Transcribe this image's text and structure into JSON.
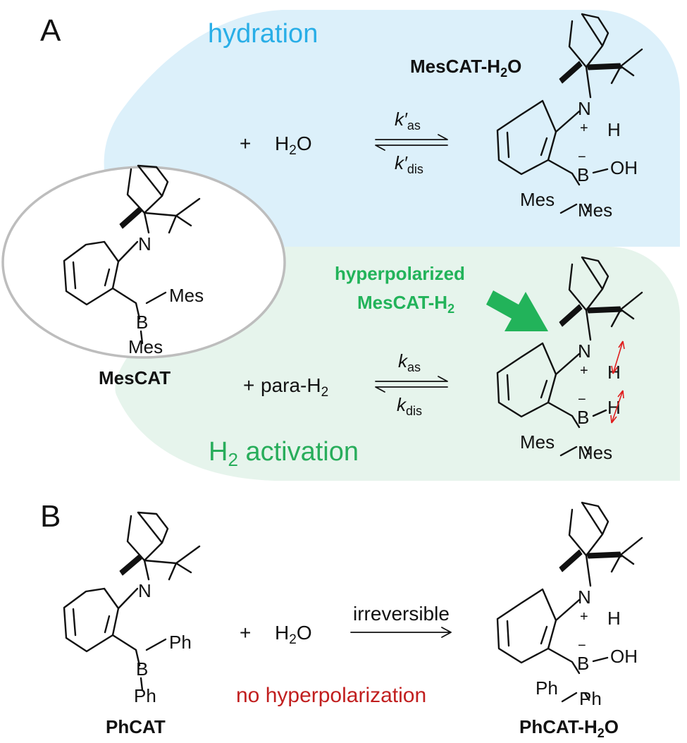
{
  "panels": {
    "a_label": "A",
    "b_label": "B"
  },
  "hydration": {
    "title": "hydration",
    "title_color": "#29aee7",
    "bg_color": "#dcf0fa"
  },
  "activation": {
    "title_main": "H",
    "title_sub": "2",
    "title_rest": " activation",
    "title_color": "#28ad5b",
    "bg_color": "#e6f4ec"
  },
  "hyperpolarized": {
    "line1": "hyperpolarized",
    "line2": "MesCAT-H",
    "sub": "2",
    "color": "#22b35a"
  },
  "reactant": {
    "name": "MesCAT",
    "sub1": "Mes",
    "sub2": "Mes",
    "n": "N",
    "b": "B"
  },
  "hydrate": {
    "name_main": "MesCAT-H",
    "name_sub": "2",
    "name_end": "O",
    "n": "N",
    "plus": "+",
    "h": "H",
    "b": "B",
    "minus": "−",
    "oh": "OH",
    "sub1": "Mes",
    "sub2": "Mes"
  },
  "hydride": {
    "n": "N",
    "plus": "+",
    "h1": "H",
    "b": "B",
    "minus": "−",
    "h2": "H",
    "sub1": "Mes",
    "sub2": "Mes",
    "arrow_color": "#e01e1e"
  },
  "water1": {
    "plus": "+",
    "main": "H",
    "sub": "2",
    "end": "O"
  },
  "parah2": {
    "plus": "+",
    "main": "para-H",
    "sub": "2"
  },
  "rates": {
    "k_hyd_forward": "k′",
    "k_hyd_forward_sub": "as",
    "k_hyd_reverse": "k′",
    "k_hyd_reverse_sub": "dis",
    "k_forward": "k",
    "k_forward_sub": "as",
    "k_reverse": "k",
    "k_reverse_sub": "dis"
  },
  "phcat": {
    "name": "PhCAT",
    "sub1": "Ph",
    "sub2": "Ph",
    "n": "N",
    "b": "B"
  },
  "water2": {
    "plus": "+",
    "main": "H",
    "sub": "2",
    "end": "O"
  },
  "irreversible": "irreversible",
  "no_hyper": {
    "text": "no hyperpolarization",
    "color": "#c11f1f"
  },
  "phcat_h2o": {
    "name_main": "PhCAT-H",
    "name_sub": "2",
    "name_end": "O",
    "n": "N",
    "plus": "+",
    "h": "H",
    "b": "B",
    "minus": "−",
    "oh": "OH",
    "sub1": "Ph",
    "sub2": "Ph"
  }
}
